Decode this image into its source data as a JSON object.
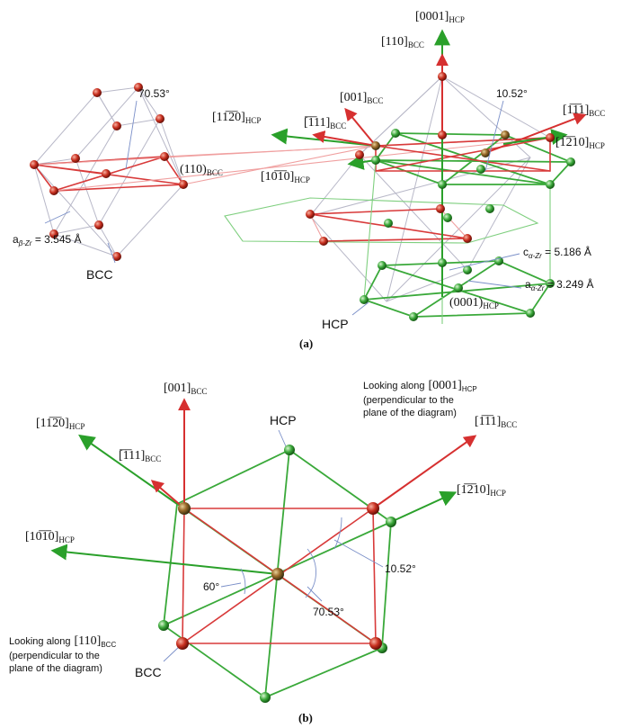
{
  "panel_a": {
    "caption": "(a)",
    "labels": {
      "dir_0001_hcp": {
        "main": "[0001]",
        "sub": "HCP"
      },
      "dir_110_bcc": {
        "main": "[110]",
        "sub": "BCC"
      },
      "dir_001_bcc": {
        "main": "[001]",
        "sub": "BCC"
      },
      "dir_11_2_0_hcp": {
        "main": "[11̅2̅0]",
        "sub": "HCP"
      },
      "dir__111_bcc": {
        "main": "[̅1̅11]",
        "sub": "BCC"
      },
      "dir_1_11_bcc": {
        "main": "[1̅1̅1]",
        "sub": "BCC"
      },
      "dir_1_210_hcp": {
        "main": "[1̅2̅10]",
        "sub": "HCP"
      },
      "dir_10_10_hcp": {
        "main": "[10̅1̅0]",
        "sub": "HCP"
      },
      "plane_110_bcc": {
        "main": "(110)",
        "sub": "BCC"
      },
      "plane_0001_hcp": {
        "main": "(0001)",
        "sub": "HCP"
      },
      "angle_70": "70.53°",
      "angle_10": "10.52°",
      "a_beta": {
        "main": "a",
        "sub": "β-Zr",
        "rest": " = 3.545 Å"
      },
      "c_alpha": {
        "main": "c",
        "sub": "α-Zr",
        "rest": " = 5.186 Å"
      },
      "a_alpha": {
        "main": "a",
        "sub": "α-Zr",
        "rest": " = 3.249 Å"
      },
      "bcc": "BCC",
      "hcp": "HCP"
    }
  },
  "panel_b": {
    "caption": "(b)",
    "labels": {
      "dir_001_bcc": {
        "main": "[001]",
        "sub": "BCC"
      },
      "dir_11_2_0_hcp": {
        "main": "[11̅2̅0]",
        "sub": "HCP"
      },
      "dir__111_bcc": {
        "main": "[̅1̅11]",
        "sub": "BCC"
      },
      "dir_1_11_bcc": {
        "main": "[1̅1̅1]",
        "sub": "BCC"
      },
      "dir_1_210_hcp": {
        "main": "[1̅2̅10]",
        "sub": "HCP"
      },
      "dir_10_10_hcp": {
        "main": "[10̅1̅0]",
        "sub": "HCP"
      },
      "hcp": "HCP",
      "bcc": "BCC",
      "looking_hcp_1": "Looking along",
      "looking_hcp_dir": {
        "main": "[0001]",
        "sub": "HCP"
      },
      "looking_hcp_2": "(perpendicular to the",
      "looking_hcp_3": "plane of the diagram)",
      "looking_bcc_1": "Looking along",
      "looking_bcc_dir": {
        "main": "[110]",
        "sub": "BCC"
      },
      "looking_bcc_2": "(perpendicular to the",
      "looking_bcc_3": "plane of the diagram)",
      "angle_60": "60°",
      "angle_70": "70.53°",
      "angle_10": "10.52°"
    }
  },
  "colors": {
    "hcp_green": "#2aa02a",
    "bcc_red": "#d63030",
    "leader_blue": "#7a8fc8"
  }
}
